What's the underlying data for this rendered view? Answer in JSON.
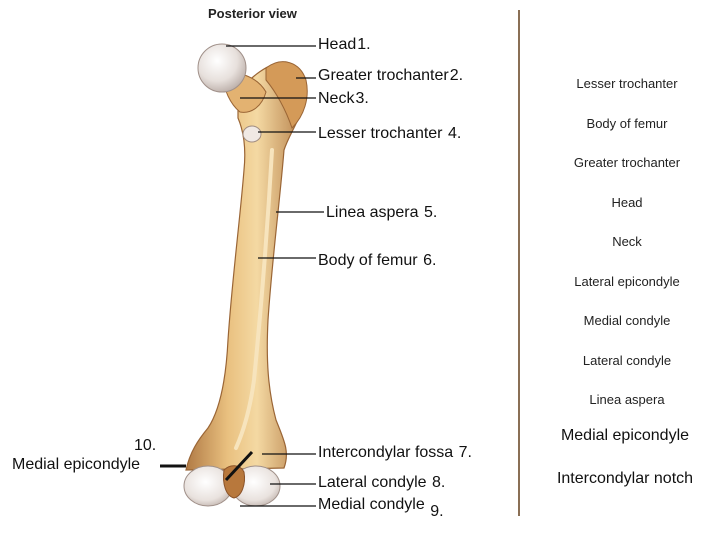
{
  "title": "Posterior view",
  "labels": {
    "head": {
      "text": "Head",
      "num": "1."
    },
    "greater_trochanter": {
      "text": "Greater trochanter",
      "num": "2."
    },
    "neck": {
      "text": "Neck",
      "num": "3."
    },
    "lesser_trochanter": {
      "text": "Lesser trochanter",
      "num": "4."
    },
    "linea_aspera": {
      "text": "Linea aspera",
      "num": "5."
    },
    "body_of_femur": {
      "text": "Body of femur",
      "num": "6."
    },
    "intercondylar_fossa": {
      "text": "Intercondylar fossa",
      "num": "7."
    },
    "lateral_condyle": {
      "text": "Lateral condyle",
      "num": "8."
    },
    "medial_condyle": {
      "text": "Medial condyle",
      "num": "9."
    },
    "medial_epicondyle": {
      "text": "Medial epicondyle",
      "num": "10."
    }
  },
  "word_bank": [
    "Lesser trochanter",
    "Body of femur",
    "Greater trochanter",
    "Head",
    "Neck",
    "Lateral epicondyle",
    "Medial condyle",
    "Lateral condyle",
    "Linea aspera",
    "Medial epicondyle",
    "Intercondylar notch"
  ],
  "colors": {
    "bone_light": "#f1cf93",
    "bone_mid": "#d9a766",
    "bone_dark": "#a8703f",
    "cartilage": "#ece6e2",
    "divider": "#8a6f55"
  }
}
